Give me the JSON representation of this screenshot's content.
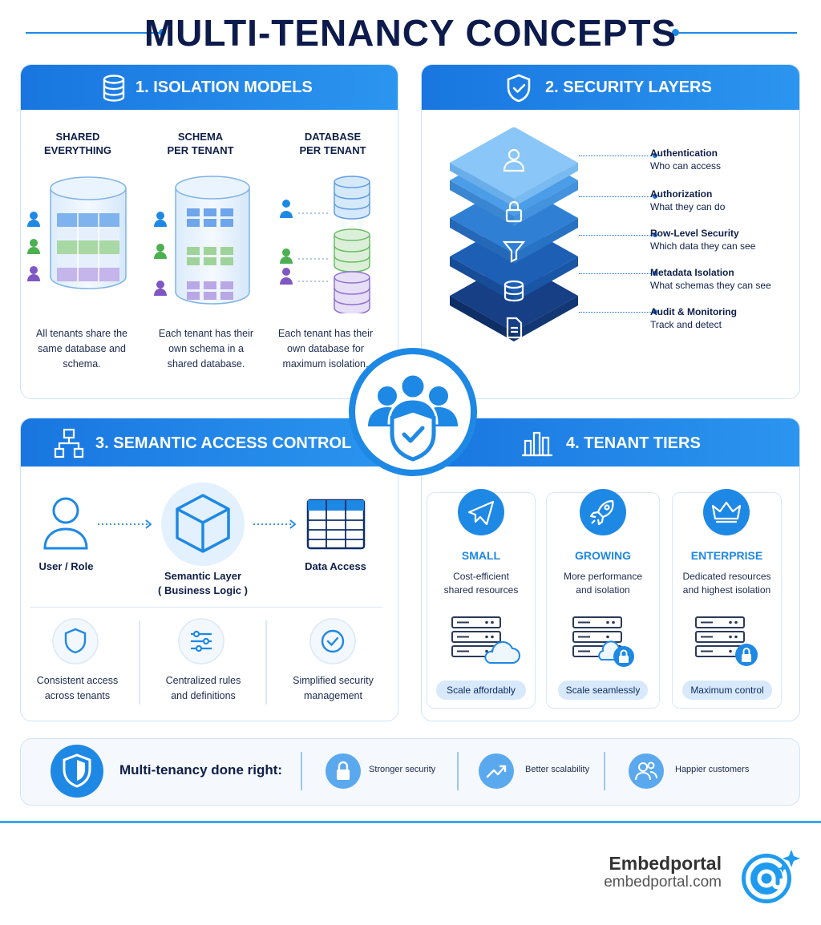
{
  "title": "MULTI-TENANCY CONCEPTS",
  "isolation": {
    "header": "1. ISOLATION MODELS",
    "columns": [
      {
        "label": "SHARED\nEVERYTHING",
        "desc": "All tenants share the same database and schema."
      },
      {
        "label": "SCHEMA\nPER TENANT",
        "desc": "Each tenant has their own schema in a shared database."
      },
      {
        "label": "DATABASE\nPER TENANT",
        "desc": "Each tenant has their own database for maximum isolation."
      }
    ]
  },
  "security": {
    "header": "2. SECURITY LAYERS",
    "layers": [
      {
        "name": "Authentication",
        "desc": "Who can access"
      },
      {
        "name": "Authorization",
        "desc": "What they can do"
      },
      {
        "name": "Row-Level Security",
        "desc": "Which data they can see"
      },
      {
        "name": "Metadata Isolation",
        "desc": "What schemas they can see"
      },
      {
        "name": "Audit & Monitoring",
        "desc": "Track and detect"
      }
    ]
  },
  "semantic": {
    "header": "3. SEMANTIC ACCESS CONTROL",
    "flow": {
      "user": "User / Role",
      "layer": "Semantic Layer\n( Business Logic )",
      "data": "Data Access"
    },
    "benefits": [
      "Consistent access\nacross tenants",
      "Centralized rules\nand definitions",
      "Simplified security\nmanagement"
    ]
  },
  "tiers": {
    "header": "4. TENANT TIERS",
    "items": [
      {
        "name": "SMALL",
        "desc": "Cost-efficient\nshared resources",
        "pill": "Scale affordably"
      },
      {
        "name": "GROWING",
        "desc": "More performance\nand isolation",
        "pill": "Scale seamlessly"
      },
      {
        "name": "ENTERPRISE",
        "desc": "Dedicated resources\nand highest isolation",
        "pill": "Maximum control"
      }
    ]
  },
  "footer": {
    "headline": "Multi-tenancy done right:",
    "benefits": [
      "Stronger security",
      "Better scalability",
      "Happier customers"
    ]
  },
  "brand": {
    "name": "Embedportal",
    "url": "embedportal.com"
  },
  "colors": {
    "primary": "#1e88e5",
    "navy": "#0d1b4c",
    "green": "#4caf50",
    "purple": "#7e57c2"
  }
}
